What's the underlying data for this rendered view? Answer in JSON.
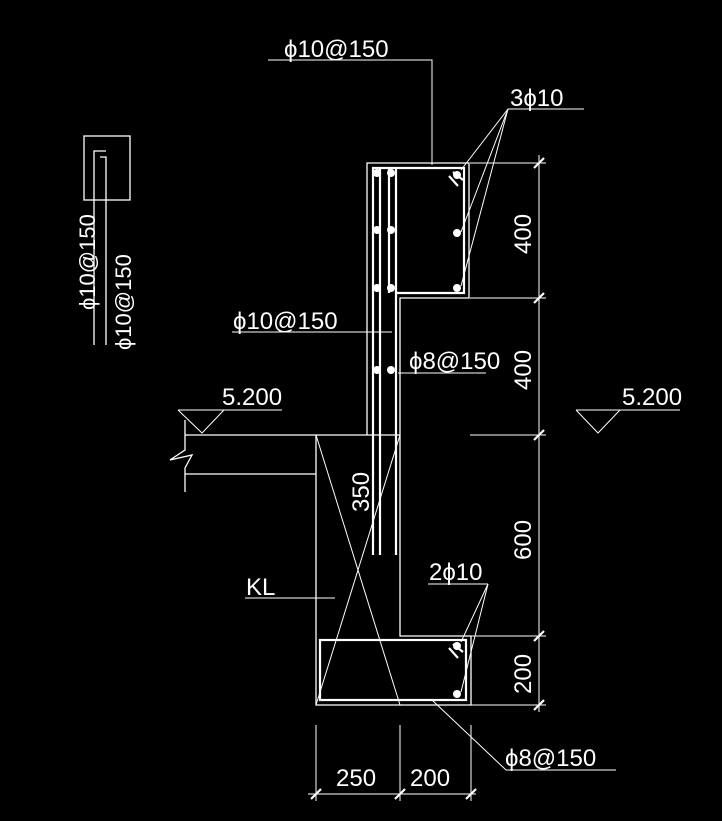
{
  "colors": {
    "background": "#000000",
    "line": "#ffffff"
  },
  "labels": {
    "top_rebar": "ϕ10@150",
    "corner_bars_top": "3ϕ10",
    "mid_rebar": "ϕ10@150",
    "stirrup_upper": "ϕ8@150",
    "level_left": "5.200",
    "level_right": "5.200",
    "vertical_dim": "350",
    "beam_tag": "KL",
    "corner_bars_bottom": "2ϕ10",
    "stirrup_lower": "ϕ8@150",
    "detail_label_1": "ϕ10@150",
    "detail_label_2": "ϕ10@150"
  },
  "dimensions": {
    "right": [
      "400",
      "400",
      "600",
      "200"
    ],
    "bottom": [
      "250",
      "200"
    ]
  }
}
